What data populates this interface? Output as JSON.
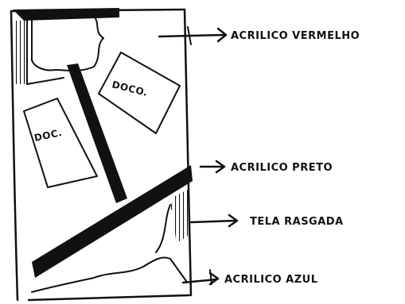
{
  "labels": {
    "acrilico_vermelho": "ACRILICO VERMELHO",
    "acrilico_preto": "ACRILICO PRETO",
    "tela_rasgada": "TELA RASGADA",
    "acrilico_azul": "ACRILICO AZUL"
  },
  "documents": {
    "left": "DOC.",
    "right": "DOCO."
  },
  "colors": {
    "ink": "#111111",
    "paper": "#ffffff"
  }
}
